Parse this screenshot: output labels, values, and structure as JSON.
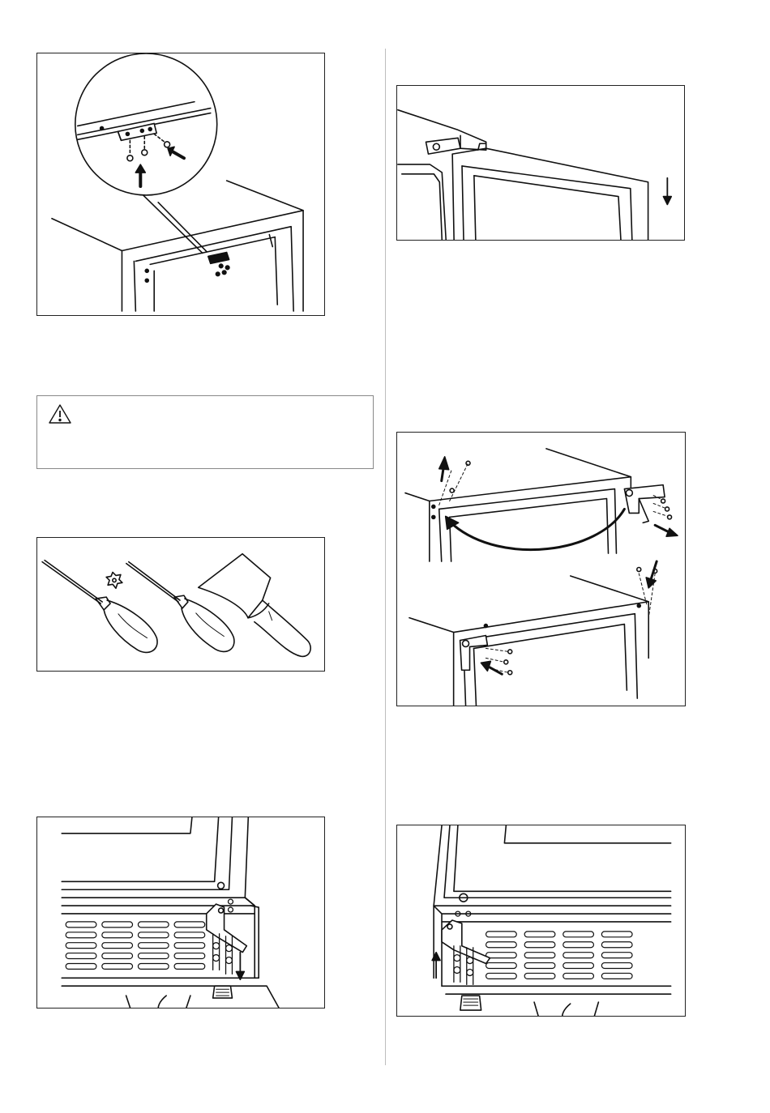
{
  "page": {
    "illustrations": [
      {
        "name": "top-hinge-detail-callout",
        "icon": "hinge-bracket-screws"
      },
      {
        "name": "warning-notice",
        "icon": "warning-triangle-icon"
      },
      {
        "name": "required-tools",
        "icon": "screwdrivers-and-scraper"
      },
      {
        "name": "bottom-hinge-removal",
        "icon": "bottom-hinge"
      },
      {
        "name": "door-lowered-onto-hinge",
        "icon": "door-top"
      },
      {
        "name": "hinge-moved-to-opposite-side",
        "icon": "hinge-relocation"
      },
      {
        "name": "bottom-hinge-refit",
        "icon": "bottom-hinge"
      }
    ]
  }
}
